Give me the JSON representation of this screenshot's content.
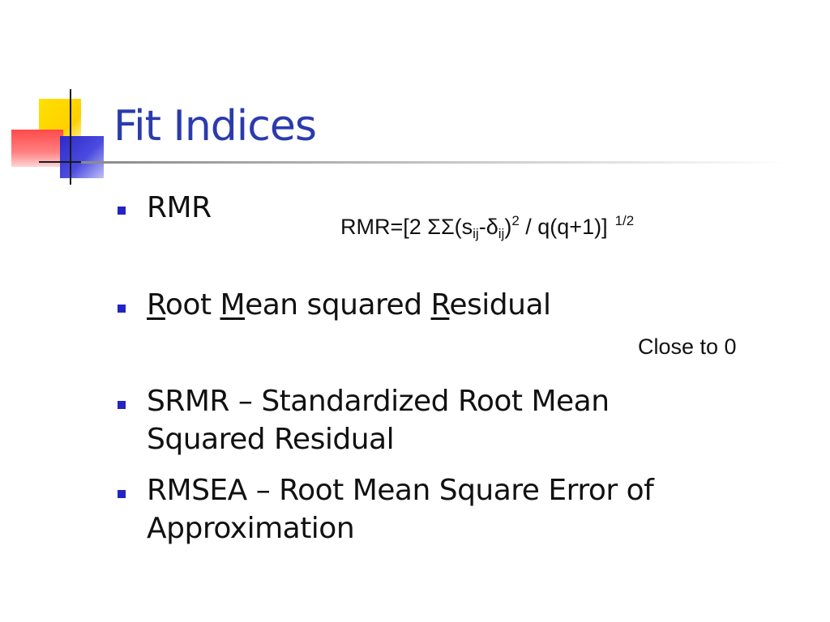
{
  "slide": {
    "title": "Fit Indices",
    "accent_color": "#2b3bad",
    "bullet_color": "#2424c4",
    "bullets": [
      {
        "text": "RMR"
      },
      {
        "parts": [
          "R",
          "oot ",
          "M",
          "ean squared ",
          "R",
          "esidual"
        ]
      },
      {
        "lines": [
          "SRMR – Standardized Root Mean",
          "Squared Residual"
        ]
      },
      {
        "lines": [
          "RMSEA – Root Mean Square Error of",
          "Approximation"
        ]
      }
    ],
    "formula": {
      "lead": "RMR=[2 ΣΣ(s",
      "sub1": "ij",
      "mid": "-δ",
      "sub2": "ij",
      "close": ")",
      "sup1": "2",
      "rest": " / q(q+1)]",
      "sup2": "1/2"
    },
    "note": "Close to 0"
  }
}
